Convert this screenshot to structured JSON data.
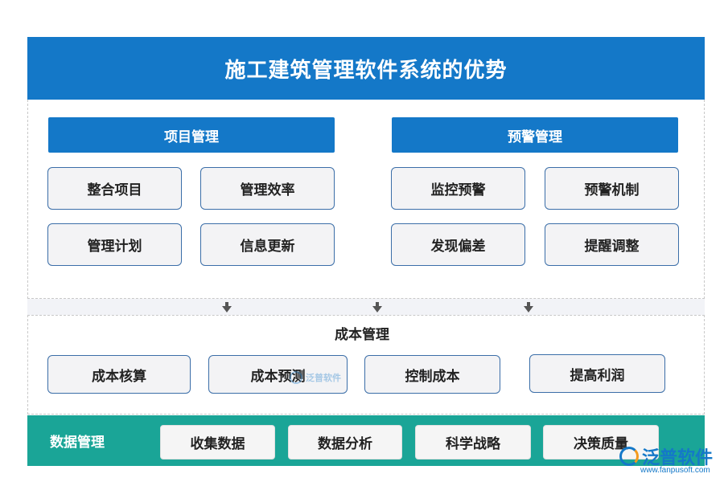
{
  "title": "施工建筑管理软件系统的优势",
  "groups": [
    {
      "header": "项目管理",
      "items": [
        "整合项目",
        "管理效率",
        "管理计划",
        "信息更新"
      ]
    },
    {
      "header": "预警管理",
      "items": [
        "监控预警",
        "预警机制",
        "发现偏差",
        "提醒调整"
      ]
    }
  ],
  "cost": {
    "title": "成本管理",
    "items": [
      "成本核算",
      "成本预测",
      "控制成本",
      "提高利润"
    ]
  },
  "data_mgmt": {
    "label": "数据管理",
    "items": [
      "收集数据",
      "数据分析",
      "科学战略",
      "决策质量"
    ]
  },
  "watermark": {
    "center_text": "泛普软件",
    "corner_text": "泛普软件",
    "corner_url": "www.fanpusoft.com"
  },
  "colors": {
    "primary_blue": "#1478c8",
    "teal": "#1aa597",
    "box_border": "#3b6ea8"
  }
}
